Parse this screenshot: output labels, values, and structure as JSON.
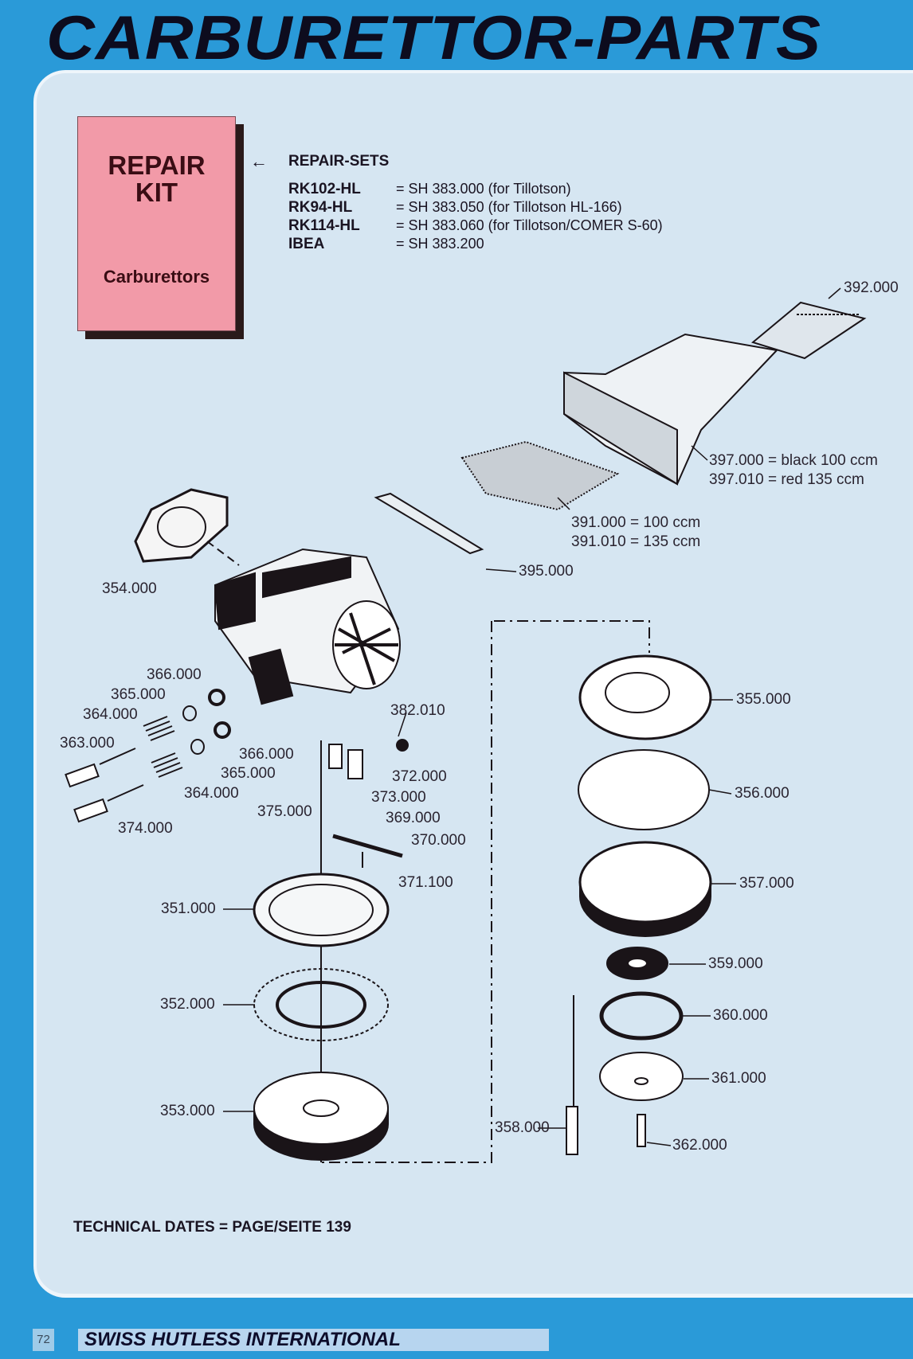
{
  "title": "CARBURETTOR-PARTS",
  "repair_kit": {
    "line1": "REPAIR",
    "line2": "KIT",
    "line3": "Carburettors"
  },
  "repair_sets": {
    "heading": "REPAIR-SETS",
    "rows": [
      {
        "code": "RK102-HL",
        "value": "= SH 383.000 (for Tillotson)"
      },
      {
        "code": "RK94-HL",
        "value": "= SH 383.050 (for Tillotson HL-166)"
      },
      {
        "code": "RK114-HL",
        "value": "= SH 383.060 (for Tillotson/COMER S-60)"
      },
      {
        "code": "IBEA",
        "value": "= SH 383.200"
      }
    ]
  },
  "parts": {
    "p392": "392.000",
    "p397a": "397.000 = black 100 ccm",
    "p397b": "397.010 = red 135 ccm",
    "p391a": "391.000 = 100 ccm",
    "p391b": "391.010 = 135 ccm",
    "p395": "395.000",
    "p354": "354.000",
    "p366a": "366.000",
    "p365a": "365.000",
    "p364a": "364.000",
    "p363": "363.000",
    "p366b": "366.000",
    "p365b": "365.000",
    "p364b": "364.000",
    "p374": "374.000",
    "p382": "382.010",
    "p372": "372.000",
    "p373": "373.000",
    "p375": "375.000",
    "p369": "369.000",
    "p370": "370.000",
    "p371": "371.100",
    "p351": "351.000",
    "p352": "352.000",
    "p353": "353.000",
    "p355": "355.000",
    "p356": "356.000",
    "p357": "357.000",
    "p359": "359.000",
    "p360": "360.000",
    "p361": "361.000",
    "p358": "358.000",
    "p362": "362.000"
  },
  "technical": "TECHNICAL DATES = PAGE/SEITE 139",
  "footer": {
    "page": "72",
    "brand": "SWISS HUTLESS INTERNATIONAL"
  }
}
